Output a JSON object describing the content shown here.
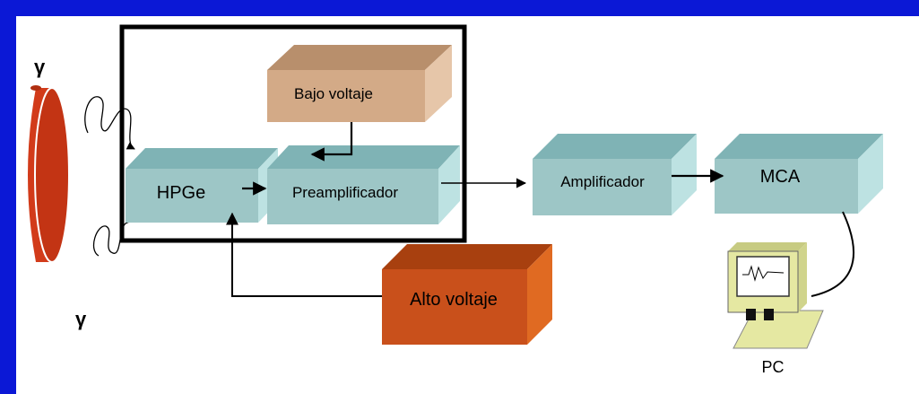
{
  "labels": {
    "gamma_top": "γ",
    "gamma_bottom": "γ",
    "bajo_voltaje": "Bajo voltaje",
    "hpge": "HPGe",
    "preamplificador": "Preamplificador",
    "amplificador": "Amplificador",
    "mca": "MCA",
    "alto_voltaje": "Alto voltaje",
    "pc": "PC"
  },
  "colors": {
    "background": "#0b18d6",
    "panel": "#ffffff",
    "source_red": "#d23b1a",
    "teal_front": "#9dc6c6",
    "teal_top": "#7fb3b5",
    "teal_side": "#bde2e2",
    "tan_front": "#d3aa87",
    "tan_top": "#b88f6c",
    "tan_side": "#e6c6a9",
    "orange_front": "#c9501b",
    "orange_top": "#a8400f",
    "orange_side": "#e06a22",
    "computer": "#e5e8a2"
  }
}
